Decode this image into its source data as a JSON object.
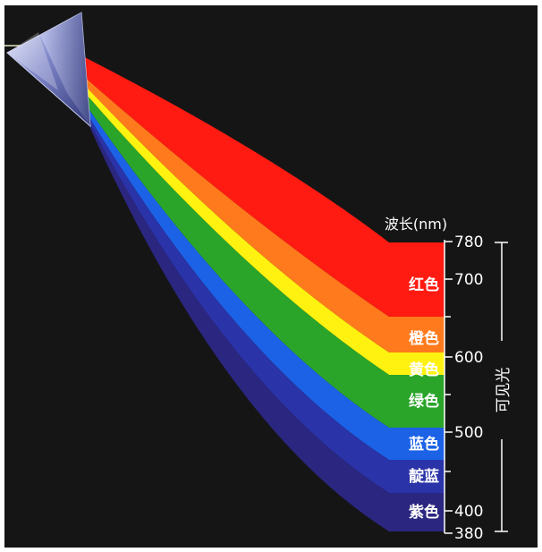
{
  "axis_title": "波长(nm)",
  "side_label": "可见光",
  "bands": [
    {
      "label": "红色",
      "color": "#ff1a12"
    },
    {
      "label": "橙色",
      "color": "#ff7a1c"
    },
    {
      "label": "黄色",
      "color": "#fff210"
    },
    {
      "label": "绿色",
      "color": "#2aa52a"
    },
    {
      "label": "蓝色",
      "color": "#1c62e6"
    },
    {
      "label": "靛蓝",
      "color": "#2a33a8"
    },
    {
      "label": "紫色",
      "color": "#2b2680"
    }
  ],
  "ticks": [
    "780",
    "700",
    "600",
    "500",
    "400",
    "380"
  ]
}
